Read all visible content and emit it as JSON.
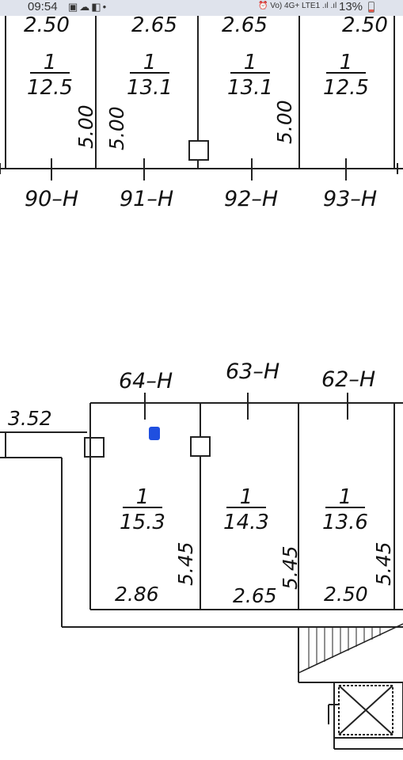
{
  "status_bar": {
    "time": "09:54",
    "left_icons": [
      "image-icon",
      "cloud-upload-icon",
      "app-icon",
      "dot-icon"
    ],
    "signal_text": "Vo) 4G+ LTE1",
    "battery": "13%",
    "battery_color": "#e25b4f"
  },
  "floor_plan": {
    "top_block": {
      "widths": [
        "2.50",
        "2.65",
        "2.65",
        "2.50"
      ],
      "ratios": [
        {
          "num": "1",
          "den": "12.5"
        },
        {
          "num": "1",
          "den": "13.1"
        },
        {
          "num": "1",
          "den": "13.1"
        },
        {
          "num": "1",
          "den": "12.5"
        }
      ],
      "depths": [
        "5.00",
        "5.00",
        "5.00"
      ],
      "axes": [
        "90–H",
        "91–H",
        "92–H",
        "93–H"
      ]
    },
    "bottom_block": {
      "axes": [
        "64–H",
        "63–H",
        "62–H"
      ],
      "corridor_width": "3.52",
      "ratios": [
        {
          "num": "1",
          "den": "15.3"
        },
        {
          "num": "1",
          "den": "14.3"
        },
        {
          "num": "1",
          "den": "13.6"
        }
      ],
      "depths": [
        "5.45",
        "5.45",
        "5.45"
      ],
      "widths": [
        "2.86",
        "2.65",
        "2.50"
      ]
    },
    "marker_color": "#1f4fe0"
  }
}
